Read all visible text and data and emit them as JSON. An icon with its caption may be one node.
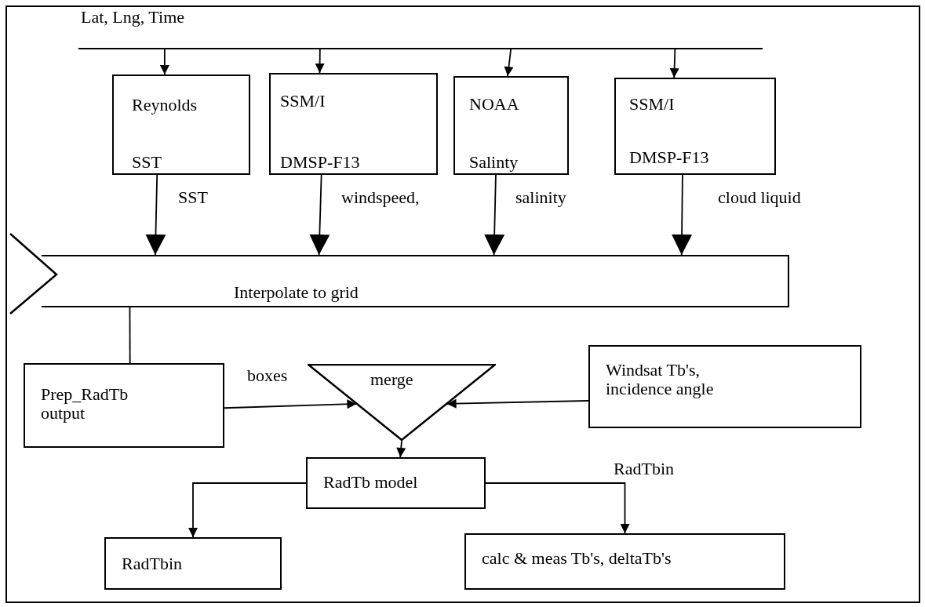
{
  "diagram": {
    "nodes": [
      {
        "text": [
          "Lat, Lng, Time"
        ]
      },
      {
        "text": [
          "Reynolds",
          "SST"
        ]
      },
      {
        "text": [
          "SSM/I",
          "DMSP-F13"
        ]
      },
      {
        "text": [
          "NOAA",
          "Salinty"
        ]
      },
      {
        "text": [
          "SSM/I",
          "DMSP-F13"
        ]
      },
      {
        "text": [
          "Interpolate to grid"
        ]
      },
      {
        "text": [
          "Prep_RadTb output"
        ]
      },
      {
        "text": [
          "merge"
        ]
      },
      {
        "text": [
          "Windsat Tb's, incidence angle"
        ]
      },
      {
        "text": [
          "RadTb model"
        ]
      },
      {
        "text": [
          "RadTbin"
        ]
      },
      {
        "text": [
          "calc & meas Tb's, deltaTb's"
        ]
      }
    ],
    "edges": [
      {
        "from": 0,
        "to": 1,
        "arrow": "to"
      },
      {
        "from": 0,
        "to": 2,
        "arrow": "to"
      },
      {
        "from": 0,
        "to": 3,
        "arrow": "to"
      },
      {
        "from": 0,
        "to": 4,
        "arrow": "to"
      },
      {
        "from": 1,
        "to": 5,
        "arrow": "to",
        "label": "SST"
      },
      {
        "from": 2,
        "to": 5,
        "arrow": "to",
        "label": "windspeed,"
      },
      {
        "from": 3,
        "to": 5,
        "arrow": "to",
        "label": "salinity"
      },
      {
        "from": 4,
        "to": 5,
        "arrow": "to",
        "label": "cloud liquid"
      },
      {
        "from": 5,
        "to": 6,
        "arrow": "none"
      },
      {
        "from": 6,
        "to": 7,
        "arrow": "to"
      },
      {
        "from": 8,
        "to": 7,
        "arrow": "to"
      },
      {
        "from": 7,
        "to": 9,
        "arrow": "to"
      },
      {
        "from": 9,
        "to": 10,
        "arrow": "to"
      },
      {
        "from": 9,
        "to": 11,
        "arrow": "to",
        "label": "RadTbin"
      }
    ],
    "labels": [
      "boxes"
    ]
  }
}
